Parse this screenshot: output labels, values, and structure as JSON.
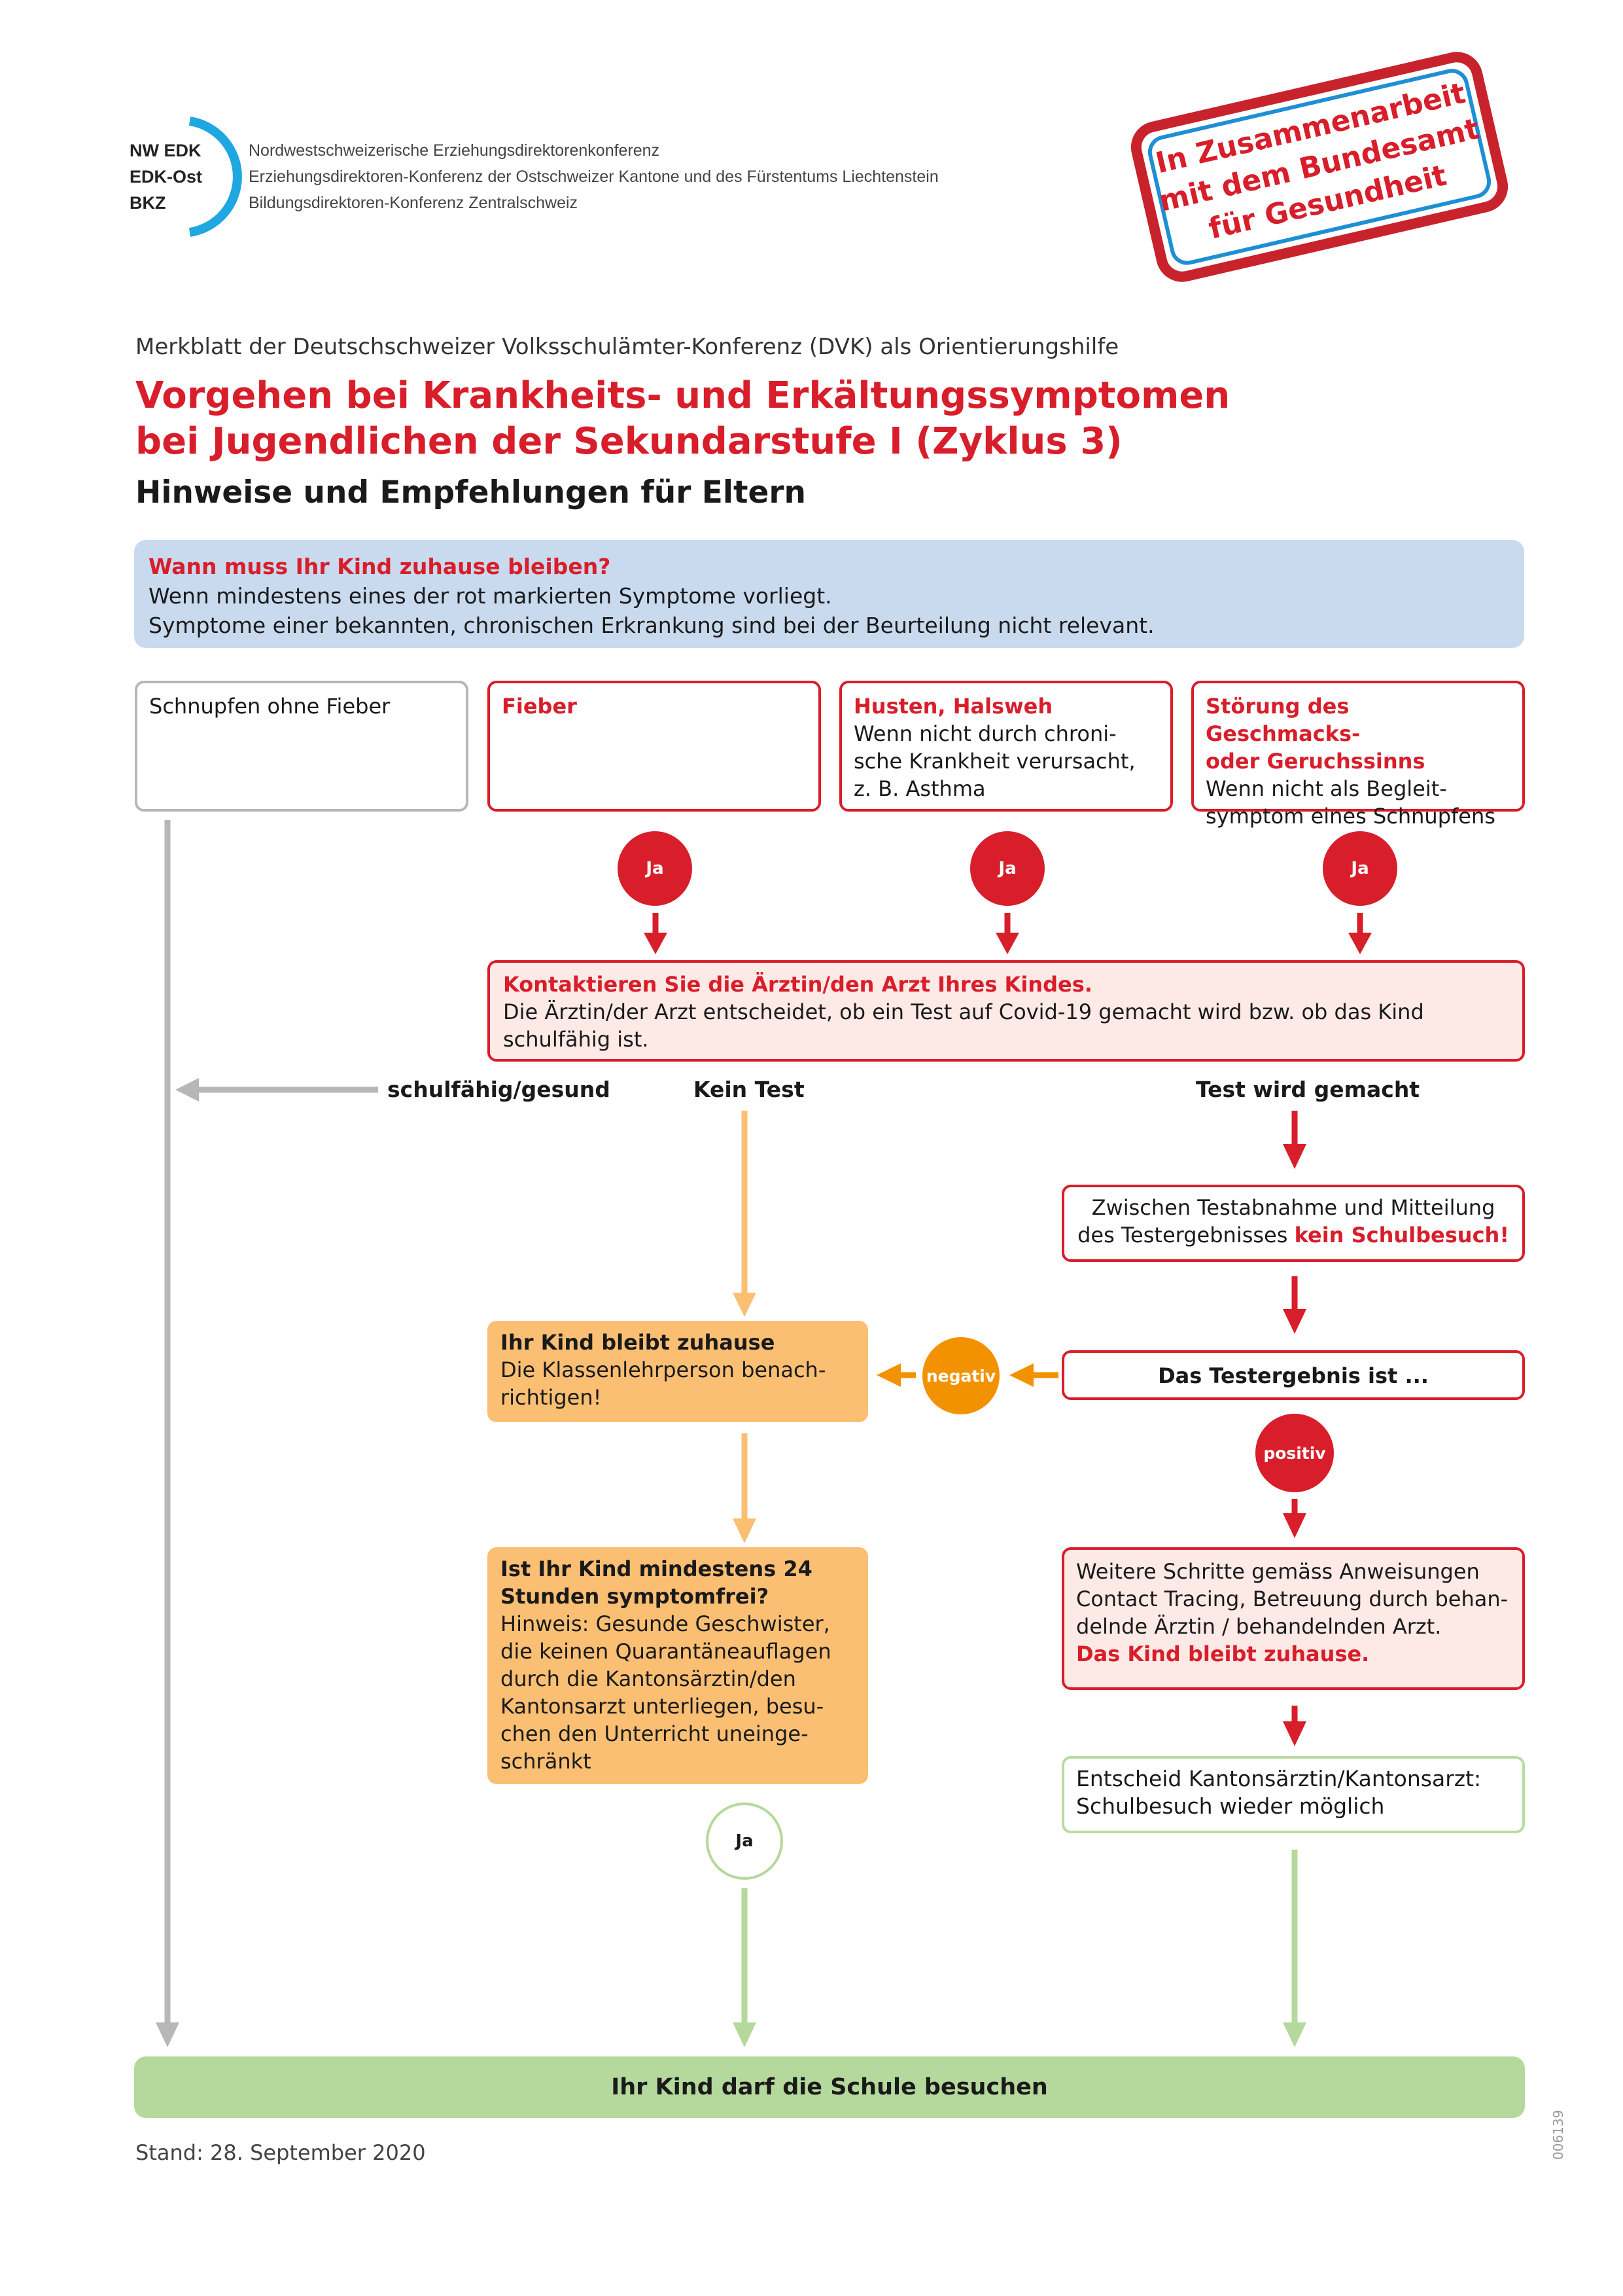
{
  "logo": {
    "lines": [
      "NW EDK",
      "EDK-Ost",
      "BKZ"
    ]
  },
  "orgs": [
    "Nordwestschweizerische Erziehungsdirektorenkonferenz",
    "Erziehungsdirektoren-Konferenz der Ostschweizer Kantone und des Fürstentums Liechtenstein",
    "Bildungsdirektoren-Konferenz Zentralschweiz"
  ],
  "stamp": {
    "lines": [
      "In Zusammenarbeit",
      "mit dem Bundesamt",
      "für Gesundheit"
    ]
  },
  "header": {
    "subtitle": "Merkblatt der Deutschschweizer Volksschulämter-Konferenz (DVK) als Orientierungshilfe",
    "title_line1": "Vorgehen bei Krankheits- und Erkältungssymptomen",
    "title_line2": "bei Jugendlichen der Sekundarstufe I (Zyklus 3)",
    "heading": "Hinweise und Empfehlungen für Eltern"
  },
  "info": {
    "title": "Wann muss Ihr Kind zuhause bleiben?",
    "line1": "Wenn mindestens eines der rot markierten Symptome vorliegt.",
    "line2": "Symptome einer bekannten, chronischen Erkrankung sind bei der Beurteilung nicht relevant."
  },
  "symptoms": {
    "s1": {
      "title": "Schnupfen ohne Fieber"
    },
    "s2": {
      "title": "Fieber"
    },
    "s3": {
      "title": "Husten, Halsweh",
      "l1": "Wenn nicht durch chroni-",
      "l2": "sche Krankheit verursacht,",
      "l3": "z. B. Asthma"
    },
    "s4": {
      "title1": "Störung des Geschmacks-",
      "title2": "oder Geruchssinns",
      "l1": "Wenn nicht als Begleit-",
      "l2": "symptom eines Schnupfens"
    }
  },
  "ja": "Ja",
  "contact": {
    "title": "Kontaktieren Sie die Ärztin/den Arzt Ihres Kindes.",
    "l1": "Die Ärztin/der Arzt entscheidet, ob ein Test auf Covid-19 gemacht wird bzw. ob das Kind",
    "l2": "schulfähig ist."
  },
  "branches": {
    "healthy": "schulfähig/gesund",
    "no_test": "Kein Test",
    "test": "Test wird gemacht"
  },
  "between": {
    "l1": "Zwischen Testabnahme und Mitteilung",
    "l2a": "des Testergebnisses ",
    "l2b": "kein Schulbesuch!"
  },
  "result": "Das Testergebnis ist ...",
  "negativ": "negativ",
  "positiv": "positiv",
  "home": {
    "title": "Ihr Kind bleibt zuhause",
    "l1": "Die Klassenlehrperson benach-",
    "l2": "richtigen!"
  },
  "symptomfree": {
    "t1": "Ist Ihr Kind mindestens 24",
    "t2": "Stunden symptomfrei?",
    "l1": "Hinweis: Gesunde Geschwister,",
    "l2": "die keinen Quarantäneauflagen",
    "l3": "durch die Kantonsärztin/den",
    "l4": "Kantonsarzt unterliegen, besu-",
    "l5": "chen den Unterricht uneinge-",
    "l6": "schränkt"
  },
  "next": {
    "l1": "Weitere Schritte gemäss Anweisungen",
    "l2": "Contact Tracing, Betreuung durch behan-",
    "l3": "delnde Ärztin / behandelnden Arzt.",
    "l4": "Das Kind bleibt zuhause."
  },
  "decision": {
    "l1": "Entscheid Kantonsärztin/Kantonsarzt:",
    "l2": "Schulbesuch wieder möglich"
  },
  "school": "Ihr Kind darf die Schule besuchen",
  "footer": {
    "date": "Stand: 28. September 2020",
    "code": "006139"
  },
  "colors": {
    "red": "#d81e2a",
    "orange": "#f39200",
    "light_orange": "#fbbf74",
    "green": "#b5d99c",
    "grey": "#b7b7b7",
    "blue_bg": "#c9daef",
    "pink_bg": "#fde9e6"
  }
}
